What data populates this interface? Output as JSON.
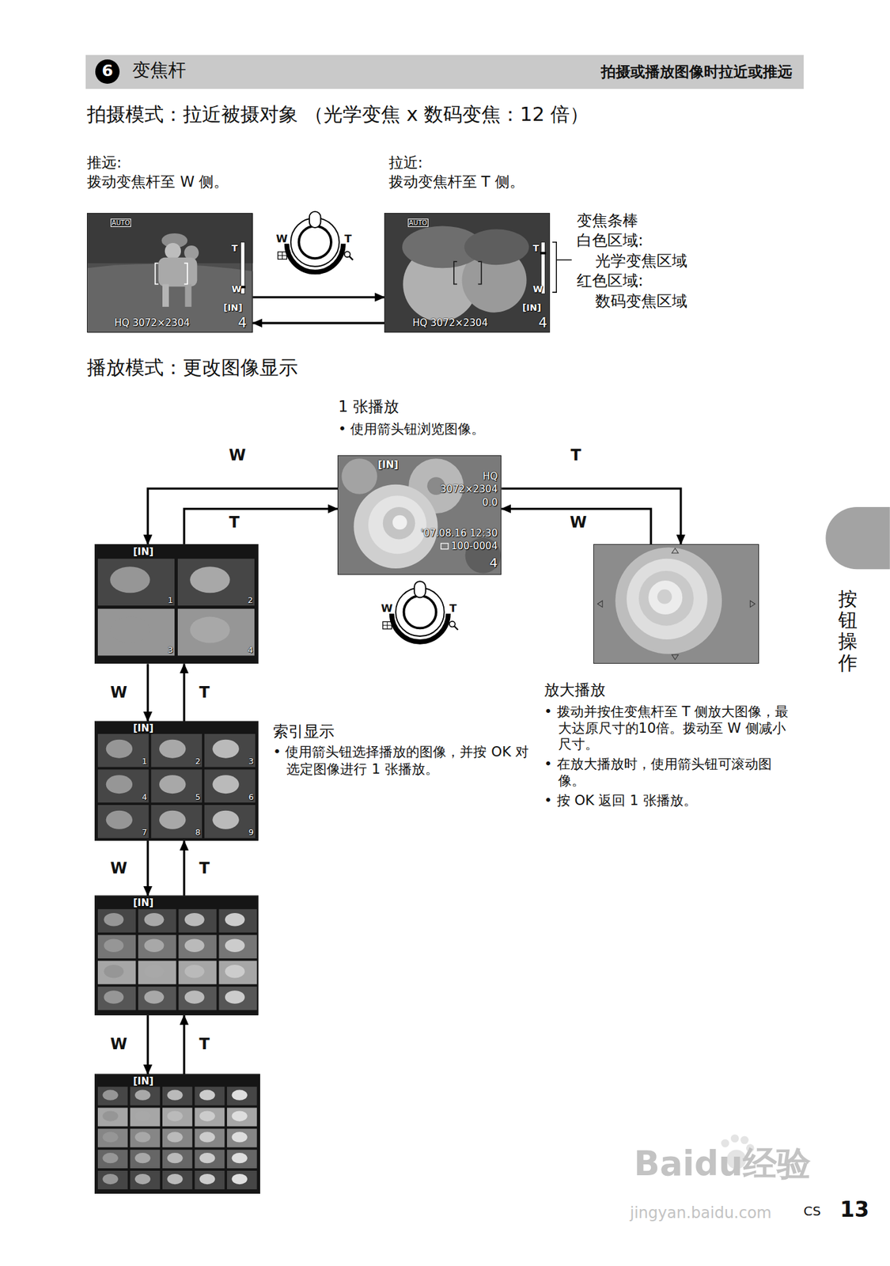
{
  "diagram": {
    "nodes": [
      {
        "text": [
          "变焦杆",
          "拍摄或播放图像时拉近或推远"
        ]
      },
      {
        "text": [
          "6"
        ],
        "in": 0
      },
      {
        "text": [
          "AUTO",
          "T",
          "W",
          "[IN]",
          "HQ 3072×2304",
          "4"
        ]
      },
      {
        "text": [
          "AUTO",
          "T",
          "W",
          "[IN]",
          "HQ 3072×2304",
          "4"
        ]
      },
      {
        "text": [
          "1 张播放",
          "• 使用箭头钮浏览图像。",
          "[IN]",
          "HQ",
          "3072×2304",
          "0.0",
          "'07.08.16 12:30",
          "100-0004",
          "4"
        ]
      },
      {
        "text": [
          "[IN]",
          "1",
          "2",
          "3",
          "4"
        ]
      },
      {
        "text": [
          "放大播放",
          "• 拨动并按住变焦杆至 T 侧放大图像，最大达原尺寸的10倍。拨动至 W 侧减小尺寸。",
          "• 在放大播放时，使用箭头钮可滚动图像。",
          "• 按 OK 返回 1 张播放。"
        ]
      },
      {
        "text": [
          "[IN]",
          "1",
          "2",
          "3",
          "4",
          "5",
          "6",
          "7",
          "8",
          "9"
        ]
      },
      {
        "text": [
          "[IN]"
        ]
      },
      {
        "text": [
          "[IN]"
        ]
      }
    ],
    "edges": [
      {
        "from": 2,
        "to": 3,
        "arrow": "to"
      },
      {
        "from": 3,
        "to": 2,
        "arrow": "to"
      },
      {
        "from": 4,
        "to": 5,
        "label": "W",
        "arrow": "to"
      },
      {
        "from": 5,
        "to": 4,
        "label": "T",
        "arrow": "to"
      },
      {
        "from": 4,
        "to": 6,
        "label": "T",
        "arrow": "to"
      },
      {
        "from": 6,
        "to": 4,
        "label": "W",
        "arrow": "to"
      },
      {
        "from": 5,
        "to": 7,
        "label": "W",
        "arrow": "to"
      },
      {
        "from": 7,
        "to": 5,
        "label": "T",
        "arrow": "to"
      },
      {
        "from": 7,
        "to": 8,
        "label": "W",
        "arrow": "to"
      },
      {
        "from": 8,
        "to": 7,
        "label": "T",
        "arrow": "to"
      },
      {
        "from": 8,
        "to": 9,
        "label": "W",
        "arrow": "to"
      },
      {
        "from": 9,
        "to": 8,
        "label": "T",
        "arrow": "to"
      }
    ],
    "labels": [
      "拍摄模式：拉近被摄对象 （光学变焦 x 数码变焦：12 倍）",
      "推远:",
      "拨动变焦杆至 W 侧。",
      "拉近:",
      "拨动变焦杆至 T 侧。",
      "W",
      "T",
      "变焦条棒",
      "白色区域:",
      "光学变焦区域",
      "红色区域:",
      "数码变焦区域",
      "播放模式：更改图像显示",
      "W",
      "T",
      "索引显示",
      "• 使用箭头钮选择播放的图像，并按 OK 对选定图像进行 1 张播放。",
      "按钮操作",
      "CS",
      "13",
      "Baidu经验",
      "jingyan.baidu.com"
    ]
  }
}
